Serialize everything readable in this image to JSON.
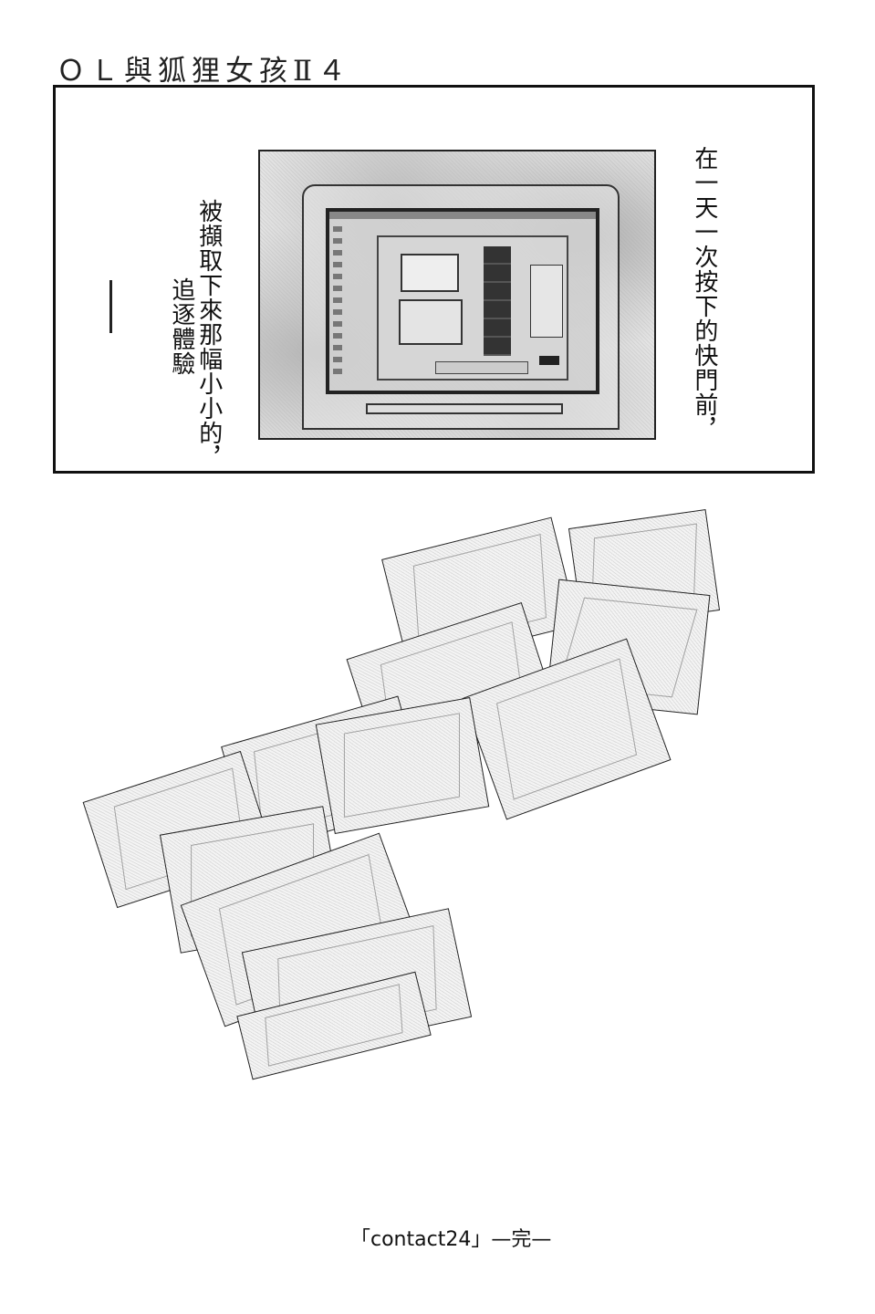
{
  "page": {
    "header": "ＯＬ與狐狸女孩Ⅱ４",
    "panel": {
      "caption_right": "在一天一次按下的快門前，",
      "caption_left": "被擷取下來那幅小小的，",
      "caption_far_left": "追逐體驗",
      "dash": "——",
      "art": "laptop-screen-illustration"
    },
    "collage": {
      "description": "scattered-photographs-of-office-interior",
      "photo_count": 12
    },
    "footer": "「contact24」—完—"
  }
}
